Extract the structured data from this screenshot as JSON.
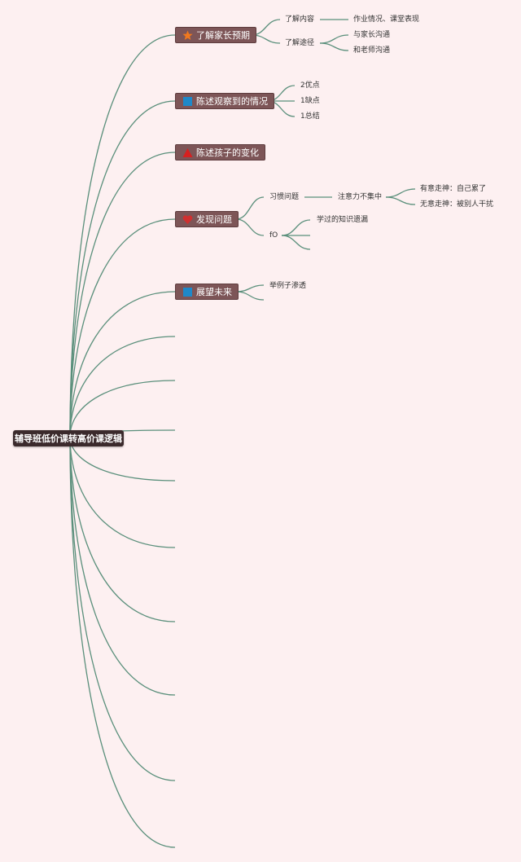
{
  "colors": {
    "background": "#fdf0f1",
    "branch_line": "#5a8f7b",
    "root_fill": "#3b2a2c",
    "topic_fill": "#7d5557",
    "star_icon": "#f0781e",
    "square_icon": "#1e88c8",
    "triangle_icon": "#d62020",
    "heart_icon": "#d03030"
  },
  "root": {
    "label": "辅导班低价课转高价课逻辑"
  },
  "topics": [
    {
      "label": "了解家长预期",
      "icon": "star-icon",
      "children": [
        {
          "label": "了解内容",
          "children": [
            {
              "label": "作业情况、课堂表现"
            }
          ]
        },
        {
          "label": "了解途径",
          "children": [
            {
              "label": "与家长沟通"
            },
            {
              "label": "和老师沟通"
            }
          ]
        }
      ]
    },
    {
      "label": "陈述观察到的情况",
      "icon": "square-icon",
      "children": [
        {
          "label": "2优点"
        },
        {
          "label": "1缺点"
        },
        {
          "label": "1总结"
        }
      ]
    },
    {
      "label": "陈述孩子的变化",
      "icon": "triangle-icon",
      "children": []
    },
    {
      "label": "发现问题",
      "icon": "heart-icon",
      "children": [
        {
          "label": "习惯问题",
          "children": [
            {
              "label": "注意力不集中",
              "children": [
                {
                  "label": "有意走神：自己累了"
                },
                {
                  "label": "无意走神：被别人干扰"
                }
              ]
            }
          ]
        },
        {
          "label": "fO",
          "children": [
            {
              "label": "学过的知识遗漏"
            }
          ]
        }
      ]
    },
    {
      "label": "展望未来",
      "icon": "square-icon",
      "children": [
        {
          "label": "举例子渗透"
        }
      ]
    }
  ]
}
